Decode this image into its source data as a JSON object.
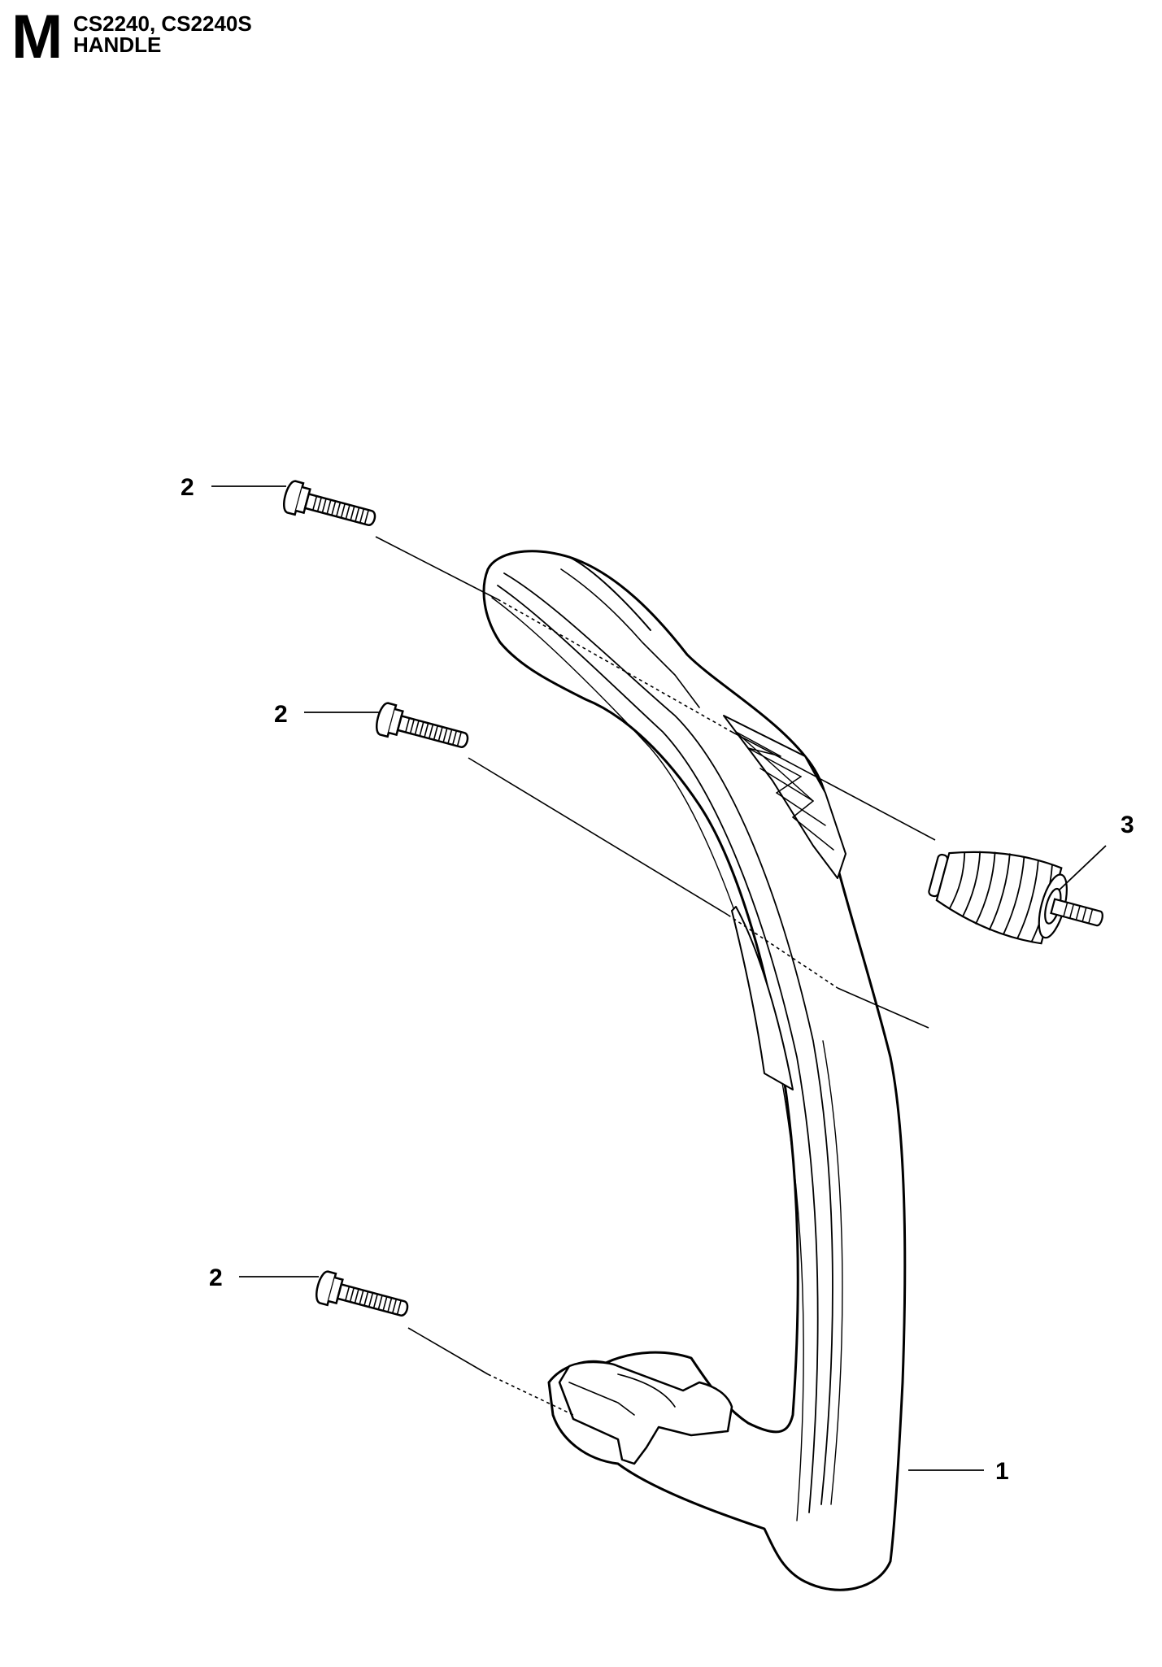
{
  "header": {
    "section_letter": "M",
    "models": "CS2240, CS2240S",
    "section_title": "HANDLE"
  },
  "callouts": [
    {
      "id": "bolt-top",
      "label": "2"
    },
    {
      "id": "bolt-middle",
      "label": "2"
    },
    {
      "id": "bolt-bottom",
      "label": "2"
    },
    {
      "id": "vibration-damper",
      "label": "3"
    },
    {
      "id": "front-handle",
      "label": "1"
    }
  ],
  "parts": [
    {
      "ref": "1",
      "icon": "front-handle-icon"
    },
    {
      "ref": "2",
      "icon": "bolt-icon"
    },
    {
      "ref": "3",
      "icon": "spring-damper-icon"
    }
  ]
}
